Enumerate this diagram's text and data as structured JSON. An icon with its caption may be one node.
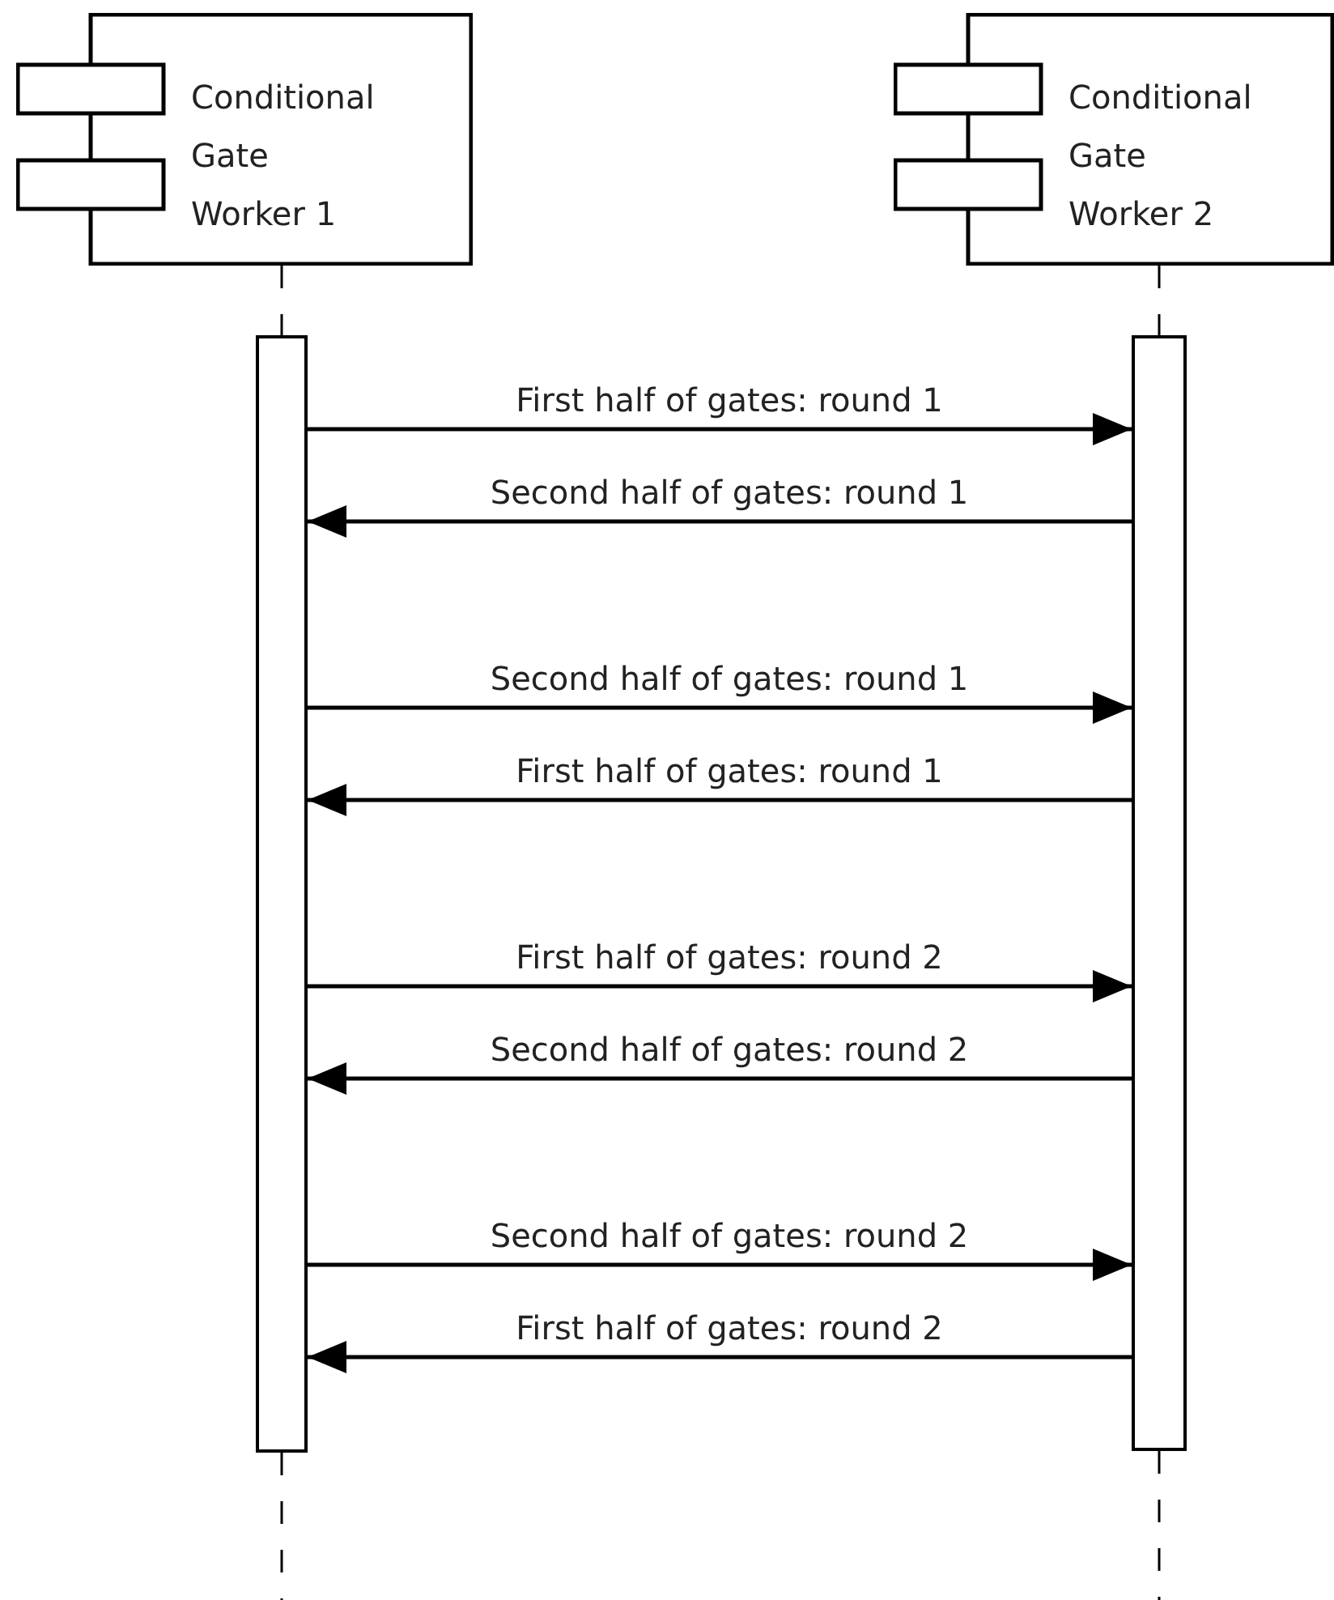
{
  "diagram": {
    "nodes": [
      {
        "text": [
          "Conditional Gate Worker 1"
        ]
      },
      {
        "text": [
          "Conditional Gate Worker 2"
        ]
      },
      {
        "text": [],
        "shape": "bar"
      },
      {
        "text": [],
        "shape": "bar"
      }
    ],
    "edges": [
      {
        "from": 0,
        "to": 2,
        "arrow": "none",
        "style": "dashed"
      },
      {
        "from": 1,
        "to": 3,
        "arrow": "none",
        "style": "dashed"
      },
      {
        "from": 2,
        "to": 3,
        "arrow": "to",
        "label": "First half of gates: round 1"
      },
      {
        "from": 3,
        "to": 2,
        "arrow": "to",
        "label": "Second half of gates: round 1"
      },
      {
        "from": 2,
        "to": 3,
        "arrow": "to",
        "label": "Second half of gates: round 1"
      },
      {
        "from": 3,
        "to": 2,
        "arrow": "to",
        "label": "First half of gates: round 1"
      },
      {
        "from": 2,
        "to": 3,
        "arrow": "to",
        "label": "First half of gates: round 2"
      },
      {
        "from": 3,
        "to": 2,
        "arrow": "to",
        "label": "Second half of gates: round 2"
      },
      {
        "from": 2,
        "to": 3,
        "arrow": "to",
        "label": "Second half of gates: round 2"
      },
      {
        "from": 3,
        "to": 2,
        "arrow": "to",
        "label": "First half of gates: round 2"
      },
      {
        "from": 2,
        "to": null,
        "arrow": "none",
        "style": "dashed"
      },
      {
        "from": 3,
        "to": null,
        "arrow": "none",
        "style": "dashed"
      }
    ]
  }
}
